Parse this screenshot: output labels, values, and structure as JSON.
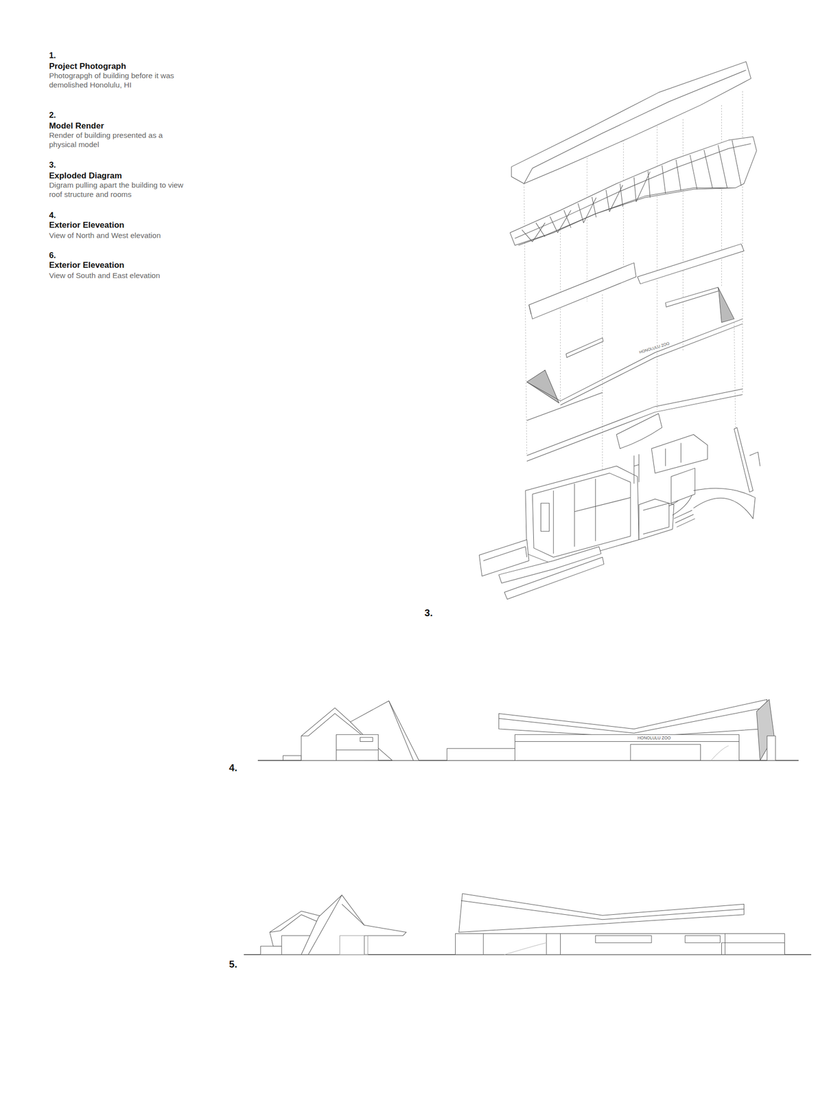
{
  "diagram": {
    "labels": [
      "1.",
      "Project Photograph",
      "Photograpgh of building before it was demolished Honolulu, HI",
      "2.",
      "Model Render",
      "Render of building presented as a physical model",
      "3.",
      "Exploded Diagram",
      "Digram pulling apart the building to view roof structure and rooms",
      "4.",
      "Exterior Eleveation",
      "View of North and West elevation",
      "6.",
      "Exterior Eleveation",
      "View of South and East elevation",
      "3.",
      "HONOLULU ZOO",
      "4.",
      "HONOLULU ZOO",
      "5."
    ]
  }
}
